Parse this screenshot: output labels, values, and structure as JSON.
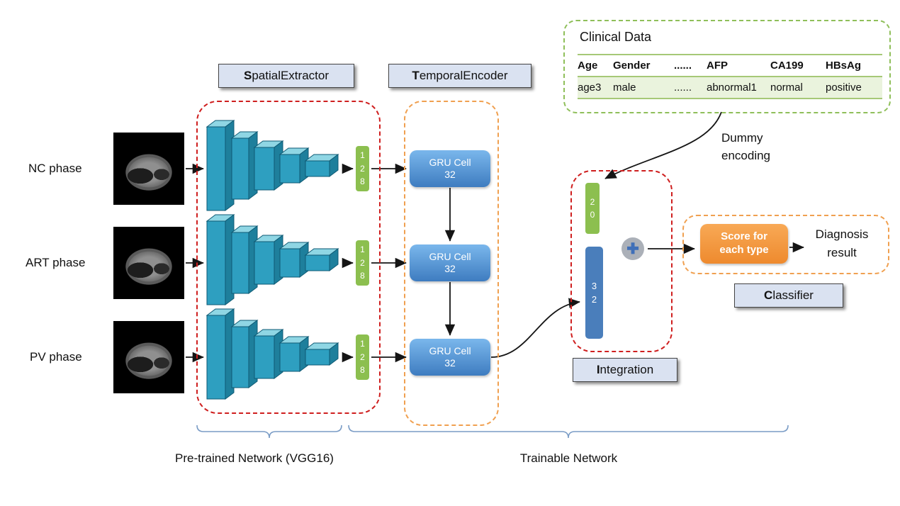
{
  "phases": {
    "nc": "NC phase",
    "art": "ART phase",
    "pv": "PV phase"
  },
  "feature_vectors": {
    "v128": "1\n2\n8",
    "v20": "2\n0",
    "v32": "3\n2"
  },
  "gru": {
    "cell": "GRU Cell\n32"
  },
  "section_labels": {
    "spatial_first": "S",
    "spatial_rest": "patialExtractor",
    "temporal_first": "T",
    "temporal_rest": "emporalEncoder",
    "integration_first": "I",
    "integration_rest": "ntegration",
    "classifier_first": "C",
    "classifier_rest": "lassifier"
  },
  "clinical": {
    "title": "Clinical Data",
    "headers": [
      "Age",
      "Gender",
      "......",
      "AFP",
      "CA199",
      "HBsAg"
    ],
    "row": [
      "age3",
      "male",
      "......",
      "abnormal1",
      "normal",
      "positive"
    ]
  },
  "annotations": {
    "dummy_encoding": "Dummy\nencoding",
    "score_box": "Score for\neach type",
    "diagnosis": "Diagnosis\nresult",
    "pretrained": "Pre-trained Network (VGG16)",
    "trainable": "Trainable Network"
  },
  "icons": {
    "plus": "✚"
  },
  "colors": {
    "red_dash": "#cf1f1f",
    "orange_dash": "#f0a050",
    "green_dash": "#8fbf5a",
    "green_bar": "#8cbf4f",
    "blue_bar": "#4a7ebb",
    "gru_blue": "#3e7cc0",
    "score_orange": "#ee8a2e",
    "tag_bg": "#dae2f1",
    "brace_blue": "#7a9cc6"
  }
}
